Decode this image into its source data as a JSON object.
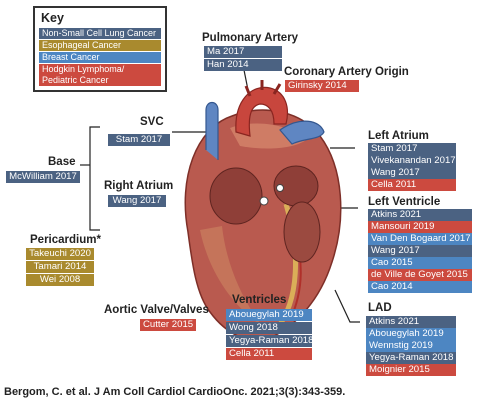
{
  "key": {
    "title": "Key",
    "items": [
      {
        "label": "Non-Small Cell Lung Cancer",
        "color": "#4b6282"
      },
      {
        "label": "Esophageal Cancer",
        "color": "#a98a2e"
      },
      {
        "label": "Breast Cancer",
        "color": "#4d86c2"
      },
      {
        "label": "Hodgkin Lymphoma/",
        "color": "#cc4a3f"
      },
      {
        "label": "Pediatric Cancer",
        "color": "#cc4a3f"
      }
    ]
  },
  "regions": {
    "pulmonary_artery": {
      "title": "Pulmonary Artery",
      "studies": [
        "Ma 2017",
        "Han 2014"
      ]
    },
    "coronary_artery_origin": {
      "title": "Coronary Artery Origin",
      "studies": [
        "Girinsky 2014"
      ]
    },
    "svc": {
      "title": "SVC",
      "studies": [
        "Stam 2017"
      ]
    },
    "base": {
      "title": "Base",
      "studies": [
        "McWilliam 2017"
      ]
    },
    "right_atrium": {
      "title": "Right Atrium",
      "studies": [
        "Wang 2017"
      ]
    },
    "pericardium": {
      "title": "Pericardium*",
      "studies": [
        "Takeuchi 2020",
        "Tamari 2014",
        "Wei 2008"
      ]
    },
    "aortic_valve": {
      "title": "Aortic Valve/Valves",
      "studies": [
        "Cutter 2015"
      ]
    },
    "left_atrium": {
      "title": "Left Atrium",
      "studies": [
        "Stam 2017",
        "Vivekanandan 2017",
        "Wang 2017",
        "Cella 2011"
      ]
    },
    "left_ventricle": {
      "title": "Left Ventricle",
      "studies": [
        "Atkins 2021",
        "Mansouri 2019",
        "Van Den Bogaard 2017",
        "Wang 2017",
        "Cao 2015",
        "de Ville de Goyet 2015",
        "Cao 2014"
      ]
    },
    "ventricles": {
      "title": "Ventricles",
      "studies": [
        "Abouegylah 2019",
        "Wong 2018",
        "Yegya-Raman 2018",
        "Cella 2011"
      ]
    },
    "lad": {
      "title": "LAD",
      "studies": [
        "Atkins 2021",
        "Abouegylah 2019",
        "Wennstig 2019",
        "Yegya-Raman 2018",
        "Moignier 2015"
      ]
    }
  },
  "caption": "Bergom, C. et al. J Am Coll Cardiol CardioOnc. 2021;3(3):343-359."
}
